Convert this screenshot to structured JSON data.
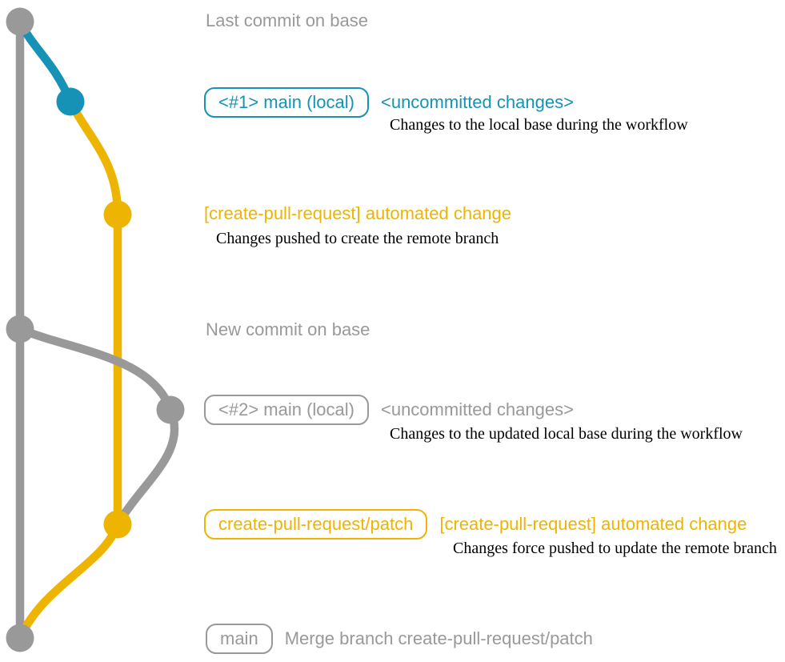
{
  "colors": {
    "branch_gray": "#999999",
    "branch_teal": "#1692b6",
    "branch_yellow": "#eeb402",
    "text_gray": "#999999",
    "description_black": "#000000"
  },
  "annotations": {
    "last_commit": "Last commit on base",
    "new_commit": "New commit on base",
    "row1": {
      "badge": "<#1> main (local)",
      "title": "<uncommitted changes>",
      "description": "Changes to the local base during the workflow"
    },
    "row2": {
      "title": "[create-pull-request] automated change",
      "description": "Changes pushed to create the remote branch"
    },
    "row3": {
      "badge": "<#2> main (local)",
      "title": "<uncommitted changes>",
      "description": "Changes to the updated local base during the workflow"
    },
    "row4": {
      "badge": "create-pull-request/patch",
      "title": "[create-pull-request] automated change",
      "description": "Changes force pushed to update the remote branch"
    },
    "row5": {
      "badge": "main",
      "title": "Merge branch create-pull-request/patch"
    }
  }
}
